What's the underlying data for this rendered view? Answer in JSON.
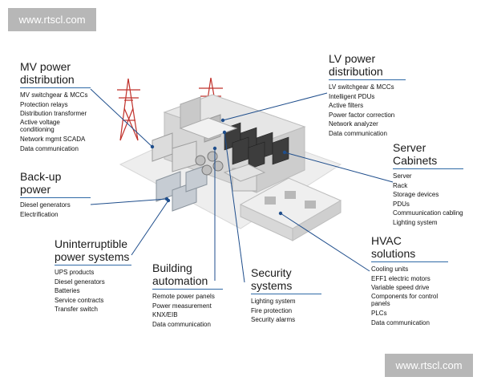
{
  "watermarks": [
    "www.rtscl.com",
    "www.rtscl.com"
  ],
  "groups": {
    "mv": {
      "title": "MV power\ndistribution",
      "items": [
        "MV switchgear & MCCs",
        "Protection relays",
        "Distribution transformer",
        "Active voltage conditioning",
        "Network mgmt SCADA",
        "Data communication"
      ]
    },
    "backup": {
      "title": "Back-up\npower",
      "items": [
        "Diesel generators",
        "Electrification"
      ]
    },
    "ups": {
      "title": "Uninterruptible\npower systems",
      "items": [
        "UPS products",
        "Diesel generators",
        "Batteries",
        "Service contracts",
        "Transfer switch"
      ]
    },
    "building": {
      "title": "Building\nautomation",
      "items": [
        "Remote power panels",
        "Power measurement",
        "KNX/EIB",
        "Data communication"
      ]
    },
    "security": {
      "title": "Security\nsystems",
      "items": [
        "Lighting system",
        "Fire protection",
        "Security alarms"
      ]
    },
    "lv": {
      "title": "LV power\ndistribution",
      "items": [
        "LV switchgear &  MCCs",
        "Intelligent PDUs",
        "Active filters",
        "Power factor correction",
        "Network analyzer",
        "Data communication"
      ]
    },
    "server": {
      "title": "Server\nCabinets",
      "items": [
        "Server",
        "Rack",
        "Storage devices",
        "PDUs",
        "Commuunication cabling",
        "Lighting system"
      ]
    },
    "hvac": {
      "title": "HVAC\nsolutions",
      "items": [
        "Cooling units",
        "EFF1 electric motors",
        "Variable speed drive",
        "Components for control panels",
        "PLCs",
        "Data communication"
      ]
    }
  },
  "colors": {
    "rule": "#2f6aa6",
    "watermark_bg": "#b7b7b7",
    "tower": "#c0302a",
    "leader": "#1f4e8c"
  }
}
